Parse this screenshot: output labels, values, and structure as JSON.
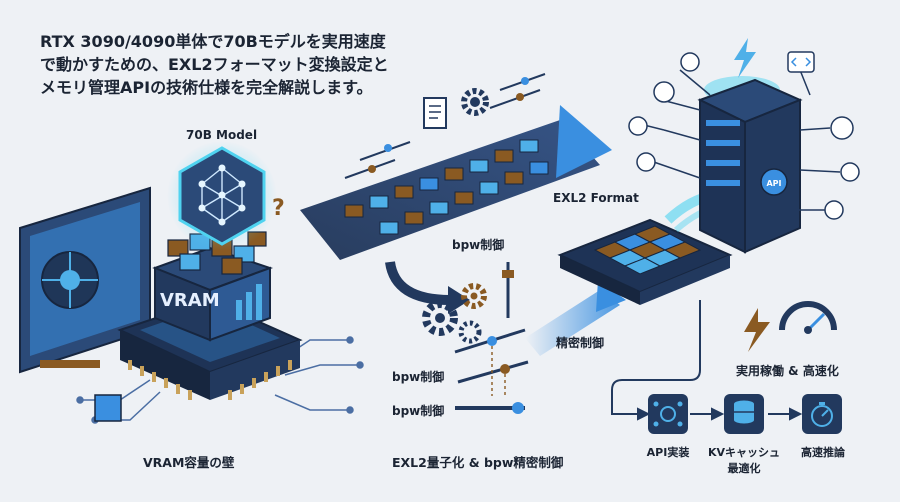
{
  "headline": {
    "line1": "RTX 3090/4090単体で70Bモデルを実用速度",
    "line2": "で動かすための、EXL2フォーマット変換設定と",
    "line3": "メモリ管理APIの技術仕様を完全解説します。"
  },
  "left_panel": {
    "model_label": "70B Model",
    "chip_label": "VRAM",
    "question_mark": "?",
    "caption": "VRAM容量の壁"
  },
  "middle_panel": {
    "bpw_label_top": "bpw制御",
    "bpw_label_mid": "bpw制御",
    "bpw_label_low": "bpw制御",
    "precise_label": "精密制御",
    "format_label": "EXL2 Format",
    "caption": "EXL2量子化 & bpw精密制御"
  },
  "right_panel": {
    "server_badge": "API",
    "practical_label": "実用稼働 & 高速化",
    "flow_steps": [
      {
        "label_line1": "API実装",
        "label_line2": ""
      },
      {
        "label_line1": "KVキャッシュ",
        "label_line2": "最適化"
      },
      {
        "label_line1": "高速推論",
        "label_line2": ""
      }
    ]
  },
  "colors": {
    "background": "#eef1f5",
    "navy": "#22395e",
    "accent_blue": "#3a8fe0",
    "cyan_glow": "#4fd3f0",
    "brown": "#8a5a22",
    "dark_text": "#1b2433"
  },
  "icons": [
    "gpu-card-icon",
    "neural-network-icon",
    "gear-icon",
    "document-icon",
    "lightning-icon",
    "speedometer-icon",
    "database-icon",
    "stopwatch-icon",
    "network-icon",
    "code-icon",
    "cube-icon",
    "server-icon"
  ]
}
